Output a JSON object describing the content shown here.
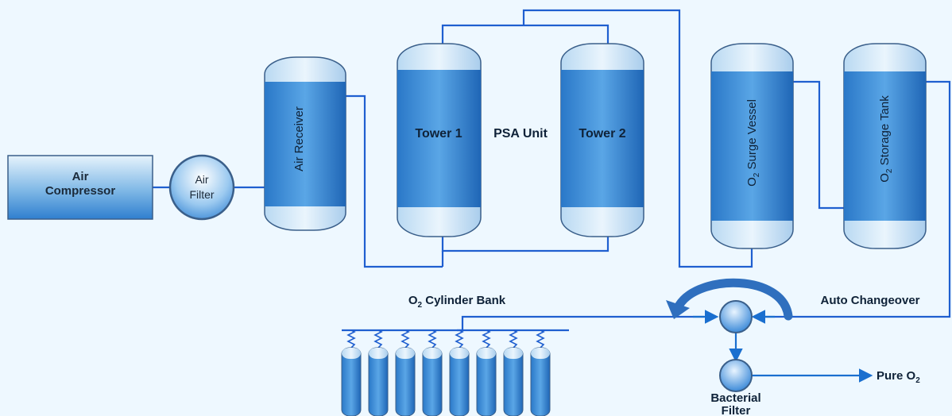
{
  "colors": {
    "background": "#eef8ff",
    "pipe": "#1f5fd0",
    "vessel_dark": "#1b6cc0",
    "vessel_light": "#d8ecfb",
    "outline": "#3a5f8a",
    "arrow": "#1a6fcf"
  },
  "labels": {
    "air_compressor_line1": "Air",
    "air_compressor_line2": "Compressor",
    "air_filter_line1": "Air",
    "air_filter_line2": "Filter",
    "air_receiver": "Air Receiver",
    "tower1": "Tower 1",
    "psa_unit": "PSA Unit",
    "tower2": "Tower 2",
    "o2_surge_vessel_prefix": "O",
    "o2_surge_vessel_sub": "2",
    "o2_surge_vessel_rest": " Surge Vessel",
    "o2_storage_tank_prefix": "O",
    "o2_storage_tank_sub": "2",
    "o2_storage_tank_rest": " Storage Tank",
    "cylinder_bank_prefix": "O",
    "cylinder_bank_sub": "2",
    "cylinder_bank_rest": " Cylinder Bank",
    "auto_changeover": "Auto Changeover",
    "bacterial_filter_line1": "Bacterial",
    "bacterial_filter_line2": "Filter",
    "pure_o2_prefix": "Pure O",
    "pure_o2_sub": "2"
  },
  "cylinder_count": 8
}
